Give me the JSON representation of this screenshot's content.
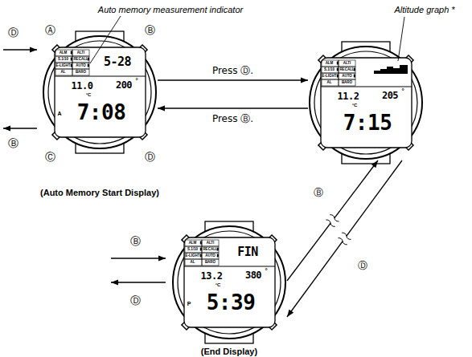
{
  "diagram": {
    "nodes": [
      {
        "text": [
          "ALM",
          "ALTI",
          "S.1/10",
          "RECALL",
          "E-LIGHT",
          "AUTO",
          "AL",
          "BARO",
          "5-28",
          "11.0",
          "200",
          "°",
          "°C",
          "7:08",
          "A",
          "Ⓐ",
          "Ⓑ",
          "Ⓒ",
          "Ⓓ",
          "(Auto Memory Start Display)"
        ]
      },
      {
        "text": [
          "ALM",
          "ALTI",
          "S.1/10",
          "RECALL",
          "E-LIGHT",
          "AUTO",
          "AL",
          "BARO",
          "11.2",
          "205",
          "°",
          "°C",
          "7:15"
        ]
      },
      {
        "text": [
          "ALM",
          "ALTI",
          "S.1/10",
          "RECALL",
          "E-LIGHT",
          "AUTO",
          "AL",
          "BARO",
          "FIN",
          "13.2",
          "380",
          "°",
          "°C",
          "5:39",
          "P",
          "(End Display)"
        ]
      }
    ],
    "edges": [
      {
        "from": 0,
        "to": 1,
        "arrow": "to",
        "label": "Press Ⓓ."
      },
      {
        "from": 1,
        "to": 0,
        "arrow": "to",
        "label": "Press Ⓑ."
      },
      {
        "from": 1,
        "to": 2,
        "arrow": "to",
        "label": "Ⓓ"
      },
      {
        "from": 2,
        "to": 1,
        "arrow": "to",
        "label": "Ⓑ"
      }
    ],
    "labels": [
      "Auto memory measurement indicator",
      "Altitude graph *",
      "Ⓓ",
      "Ⓑ",
      "Ⓑ",
      "Ⓓ"
    ]
  }
}
